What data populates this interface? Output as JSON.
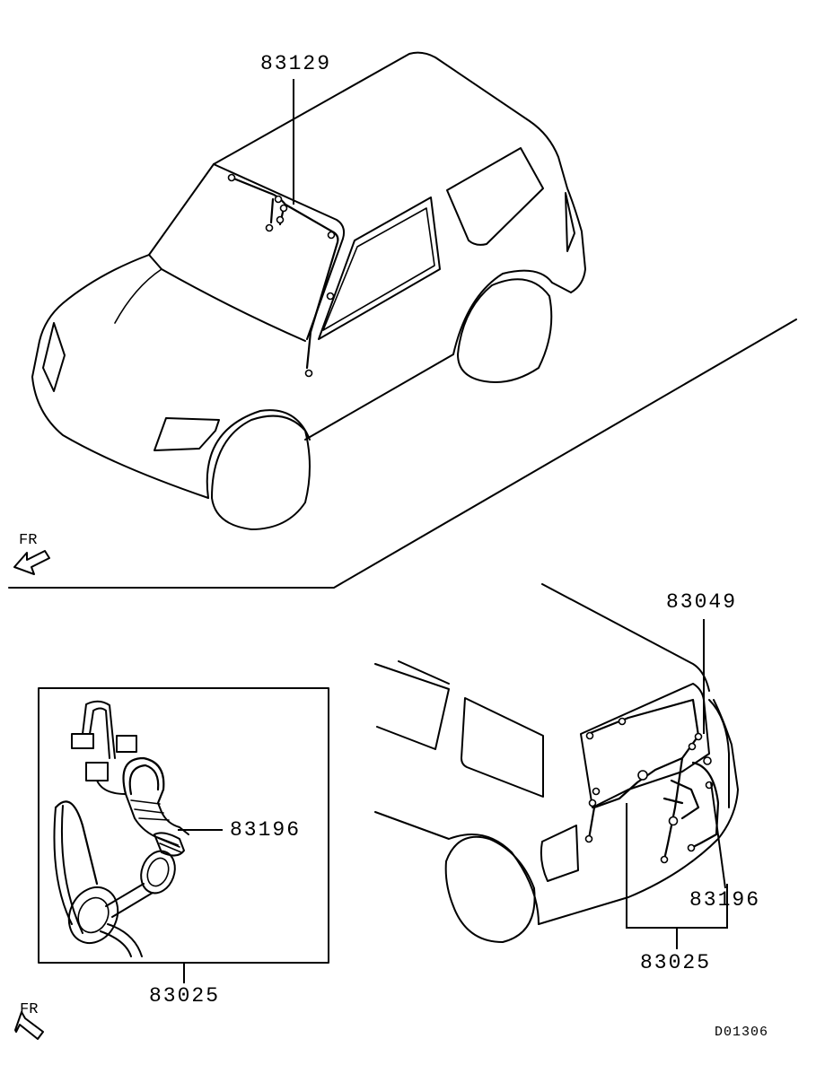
{
  "diagram": {
    "drawing_code": "D01306",
    "front_indicator": "FR",
    "callouts": {
      "roof_harness": "83129",
      "rear_door_harness": "83049",
      "rear_grommet": "83196",
      "detail_grommet": "83196",
      "rear_harness_assembly": "83025",
      "detail_harness_assembly": "83025"
    }
  }
}
